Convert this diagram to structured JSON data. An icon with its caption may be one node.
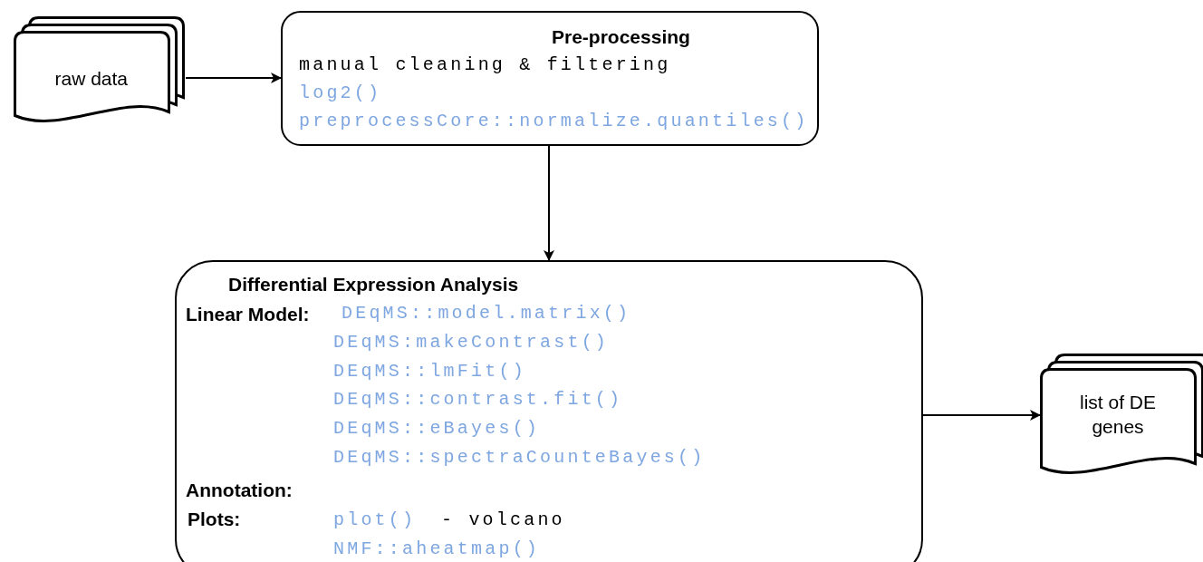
{
  "diagram": {
    "nodes": [
      {
        "text": [
          "raw data"
        ]
      },
      {
        "text": [
          "Pre-processing",
          "manual cleaning & filtering",
          "log2()",
          "preprocessCore::normalize.quantiles()"
        ]
      },
      {
        "text": [
          "Differential Expression Analysis",
          "Linear Model:",
          "DEqMS::model.matrix()",
          "DEqMS:makeContrast()",
          "DEqMS::lmFit()",
          "DEqMS::contrast.fit()",
          "DEqMS::eBayes()",
          "DEqMS::spectraCounteBayes()",
          "Annotation:",
          "Plots:",
          "plot()",
          "- volcano",
          "NMF::aheatmap()"
        ]
      },
      {
        "text": [
          "list of DE genes"
        ]
      }
    ],
    "edges": [
      {
        "from": 0,
        "to": 1,
        "arrow": "to"
      },
      {
        "from": 1,
        "to": 2,
        "arrow": "to"
      },
      {
        "from": 2,
        "to": 3,
        "arrow": "to"
      }
    ]
  }
}
